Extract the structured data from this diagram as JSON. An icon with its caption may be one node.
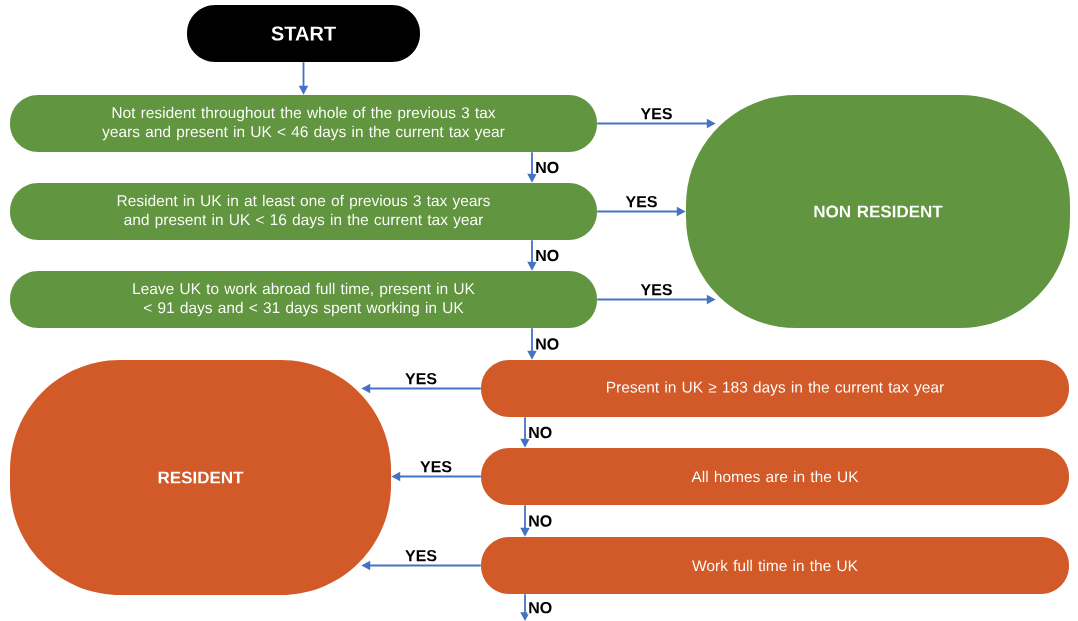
{
  "diagram": {
    "nodes": [
      {
        "text": [
          "START"
        ]
      },
      {
        "text": [
          "Not resident throughout the whole of the previous 3 tax years and present in UK < 46 days in the current tax year"
        ]
      },
      {
        "text": [
          "Resident in UK in at least one of previous 3 tax years and present in UK < 16 days in the current tax year"
        ]
      },
      {
        "text": [
          "Leave UK to work abroad full time, present in UK < 91 days and < 31 days spent working in UK"
        ]
      },
      {
        "text": [
          "NON RESIDENT"
        ]
      },
      {
        "text": [
          "Present in UK ≥ 183 days in the current tax year"
        ]
      },
      {
        "text": [
          "RESIDENT"
        ]
      },
      {
        "text": [
          "All homes are in the UK"
        ]
      },
      {
        "text": [
          "Work full time in the UK"
        ]
      }
    ],
    "edges": [
      {
        "from": 0,
        "to": 1,
        "arrow": "to"
      },
      {
        "from": 1,
        "to": 4,
        "arrow": "to",
        "label": "YES"
      },
      {
        "from": 1,
        "to": 2,
        "arrow": "to",
        "label": "NO"
      },
      {
        "from": 2,
        "to": 4,
        "arrow": "to",
        "label": "YES"
      },
      {
        "from": 2,
        "to": 3,
        "arrow": "to",
        "label": "NO"
      },
      {
        "from": 3,
        "to": 4,
        "arrow": "to",
        "label": "YES"
      },
      {
        "from": 3,
        "to": 5,
        "arrow": "to",
        "label": "NO"
      },
      {
        "from": 5,
        "to": 6,
        "arrow": "to",
        "label": "YES"
      },
      {
        "from": 5,
        "to": 7,
        "arrow": "to",
        "label": "NO"
      },
      {
        "from": 7,
        "to": 6,
        "arrow": "to",
        "label": "YES"
      },
      {
        "from": 7,
        "to": 8,
        "arrow": "to",
        "label": "NO"
      },
      {
        "from": 8,
        "to": 6,
        "arrow": "to",
        "label": "YES"
      },
      {
        "from": 8,
        "to": null,
        "arrow": "to",
        "label": "NO"
      }
    ]
  }
}
